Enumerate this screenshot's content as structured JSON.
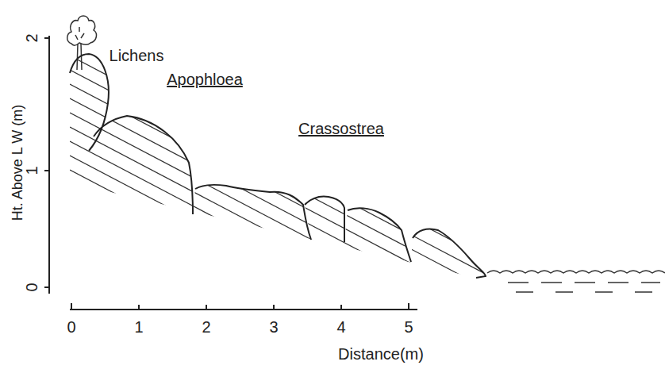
{
  "diagram": {
    "labels": [
      "Lichens",
      "Apophloea",
      "Crassostrea",
      "Ht. Above L W (m)",
      "2",
      "1",
      "0",
      "0",
      "1",
      "2",
      "3",
      "4",
      "5",
      "Distance(m)"
    ]
  }
}
